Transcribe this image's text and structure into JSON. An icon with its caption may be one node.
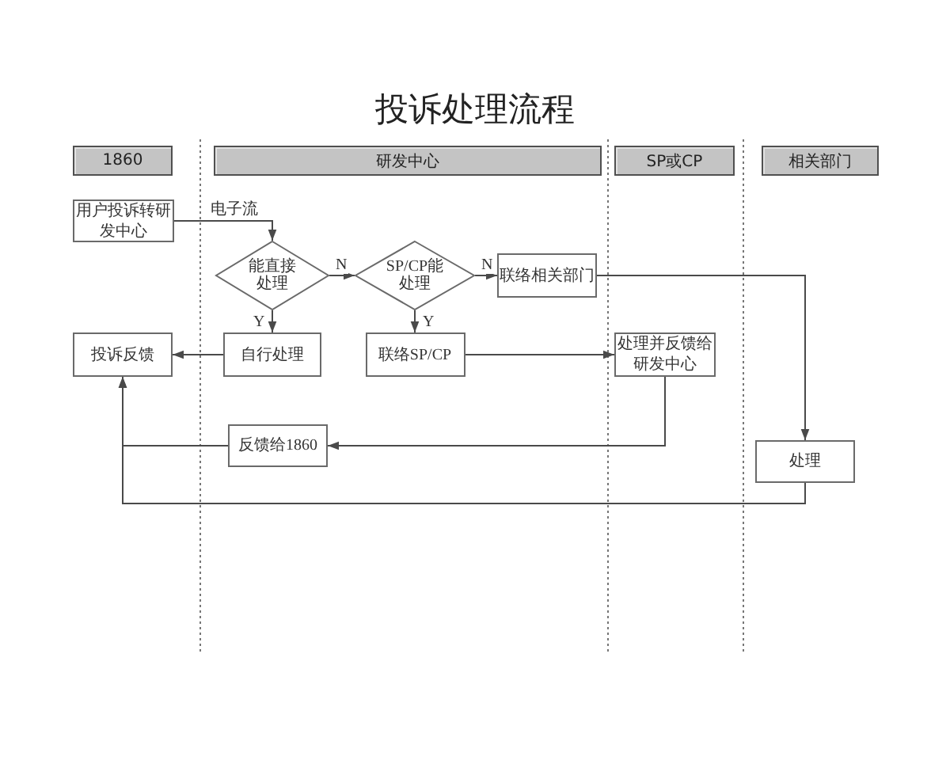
{
  "diagram": {
    "title": "投诉处理流程",
    "nodes": [
      {
        "text": [
          "1860"
        ]
      },
      {
        "text": [
          "研发中心"
        ]
      },
      {
        "text": [
          "SP或CP"
        ]
      },
      {
        "text": [
          "相关部门"
        ]
      },
      {
        "text": [
          "用户投诉转研发中心"
        ]
      },
      {
        "text": [
          "能直接处理"
        ]
      },
      {
        "text": [
          "SP/CP能处理"
        ]
      },
      {
        "text": [
          "联络相关部门"
        ]
      },
      {
        "text": [
          "投诉反馈"
        ]
      },
      {
        "text": [
          "自行处理"
        ]
      },
      {
        "text": [
          "联络SP/CP"
        ]
      },
      {
        "text": [
          "处理并反馈给研发中心"
        ]
      },
      {
        "text": [
          "反馈给1860"
        ]
      },
      {
        "text": [
          "处理"
        ]
      }
    ],
    "edges": [
      {
        "from": 4,
        "to": 5,
        "arrow": "to",
        "label": "电子流"
      },
      {
        "from": 5,
        "to": 6,
        "arrow": "to",
        "label": "N"
      },
      {
        "from": 5,
        "to": 9,
        "arrow": "to",
        "label": "Y"
      },
      {
        "from": 6,
        "to": 7,
        "arrow": "to",
        "label": "N"
      },
      {
        "from": 6,
        "to": 10,
        "arrow": "to",
        "label": "Y"
      },
      {
        "from": 9,
        "to": 8,
        "arrow": "to"
      },
      {
        "from": 10,
        "to": 11,
        "arrow": "to"
      },
      {
        "from": 11,
        "to": 12,
        "arrow": "to"
      },
      {
        "from": 12,
        "to": 8,
        "arrow": "to"
      },
      {
        "from": 7,
        "to": 13,
        "arrow": "to"
      },
      {
        "from": 13,
        "to": 8,
        "arrow": "to"
      }
    ]
  }
}
